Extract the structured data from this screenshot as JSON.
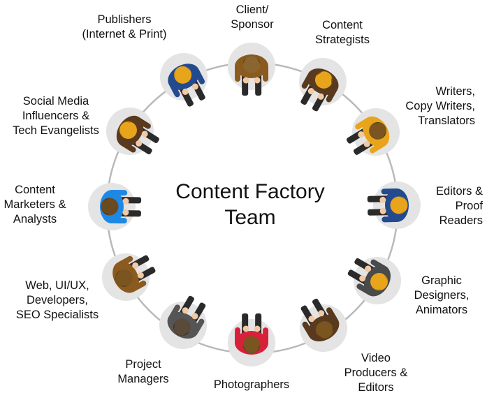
{
  "diagram": {
    "center_title": "Content Factory\nTeam",
    "ring_color": "#b9b9b9",
    "roles": [
      {
        "label": "Client/\nSponsor",
        "shirt": "#8a5a1f",
        "skin": "#8a6530",
        "hair": "#5a3a12"
      },
      {
        "label": "Content\nStrategists",
        "shirt": "#5a3a1e",
        "skin": "#e8a51c",
        "hair": "#3a2412"
      },
      {
        "label": "Writers,\nCopy Writers,\nTranslators",
        "shirt": "#e8a51c",
        "skin": "#7a5520",
        "hair": "#5a3a12"
      },
      {
        "label": "Editors &\nProof\nReaders",
        "shirt": "#234a8f",
        "skin": "#e8a51c",
        "hair": "#c97f0a"
      },
      {
        "label": "Graphic\nDesigners,\nAnimators",
        "shirt": "#4a4a4a",
        "skin": "#e8a51c",
        "hair": "#c97f0a"
      },
      {
        "label": "Video\nProducers &\nEditors",
        "shirt": "#5a3a1e",
        "skin": "#7a5520",
        "hair": "#5a3a12"
      },
      {
        "label": "Photographers",
        "shirt": "#d9203b",
        "skin": "#7a5520",
        "hair": "#5a3a12"
      },
      {
        "label": "Project\nManagers",
        "shirt": "#555555",
        "skin": "#5a4a3a",
        "hair": "#3a2a1a"
      },
      {
        "label": "Web, UI/UX,\nDevelopers,\nSEO Specialists",
        "shirt": "#8a5a1f",
        "skin": "#7a5520",
        "hair": "#5a3a12"
      },
      {
        "label": "Content\nMarketers &\nAnalysts",
        "shirt": "#1e88e5",
        "skin": "#6a4a1e",
        "hair": "#4a2f10"
      },
      {
        "label": "Social Media\nInfluencers &\nTech Evangelists",
        "shirt": "#5a3a1e",
        "skin": "#e8a51c",
        "hair": "#c97f0a"
      },
      {
        "label": "Publishers\n(Internet & Print)",
        "shirt": "#234a8f",
        "skin": "#e8a51c",
        "hair": "#c97f0a"
      }
    ]
  }
}
